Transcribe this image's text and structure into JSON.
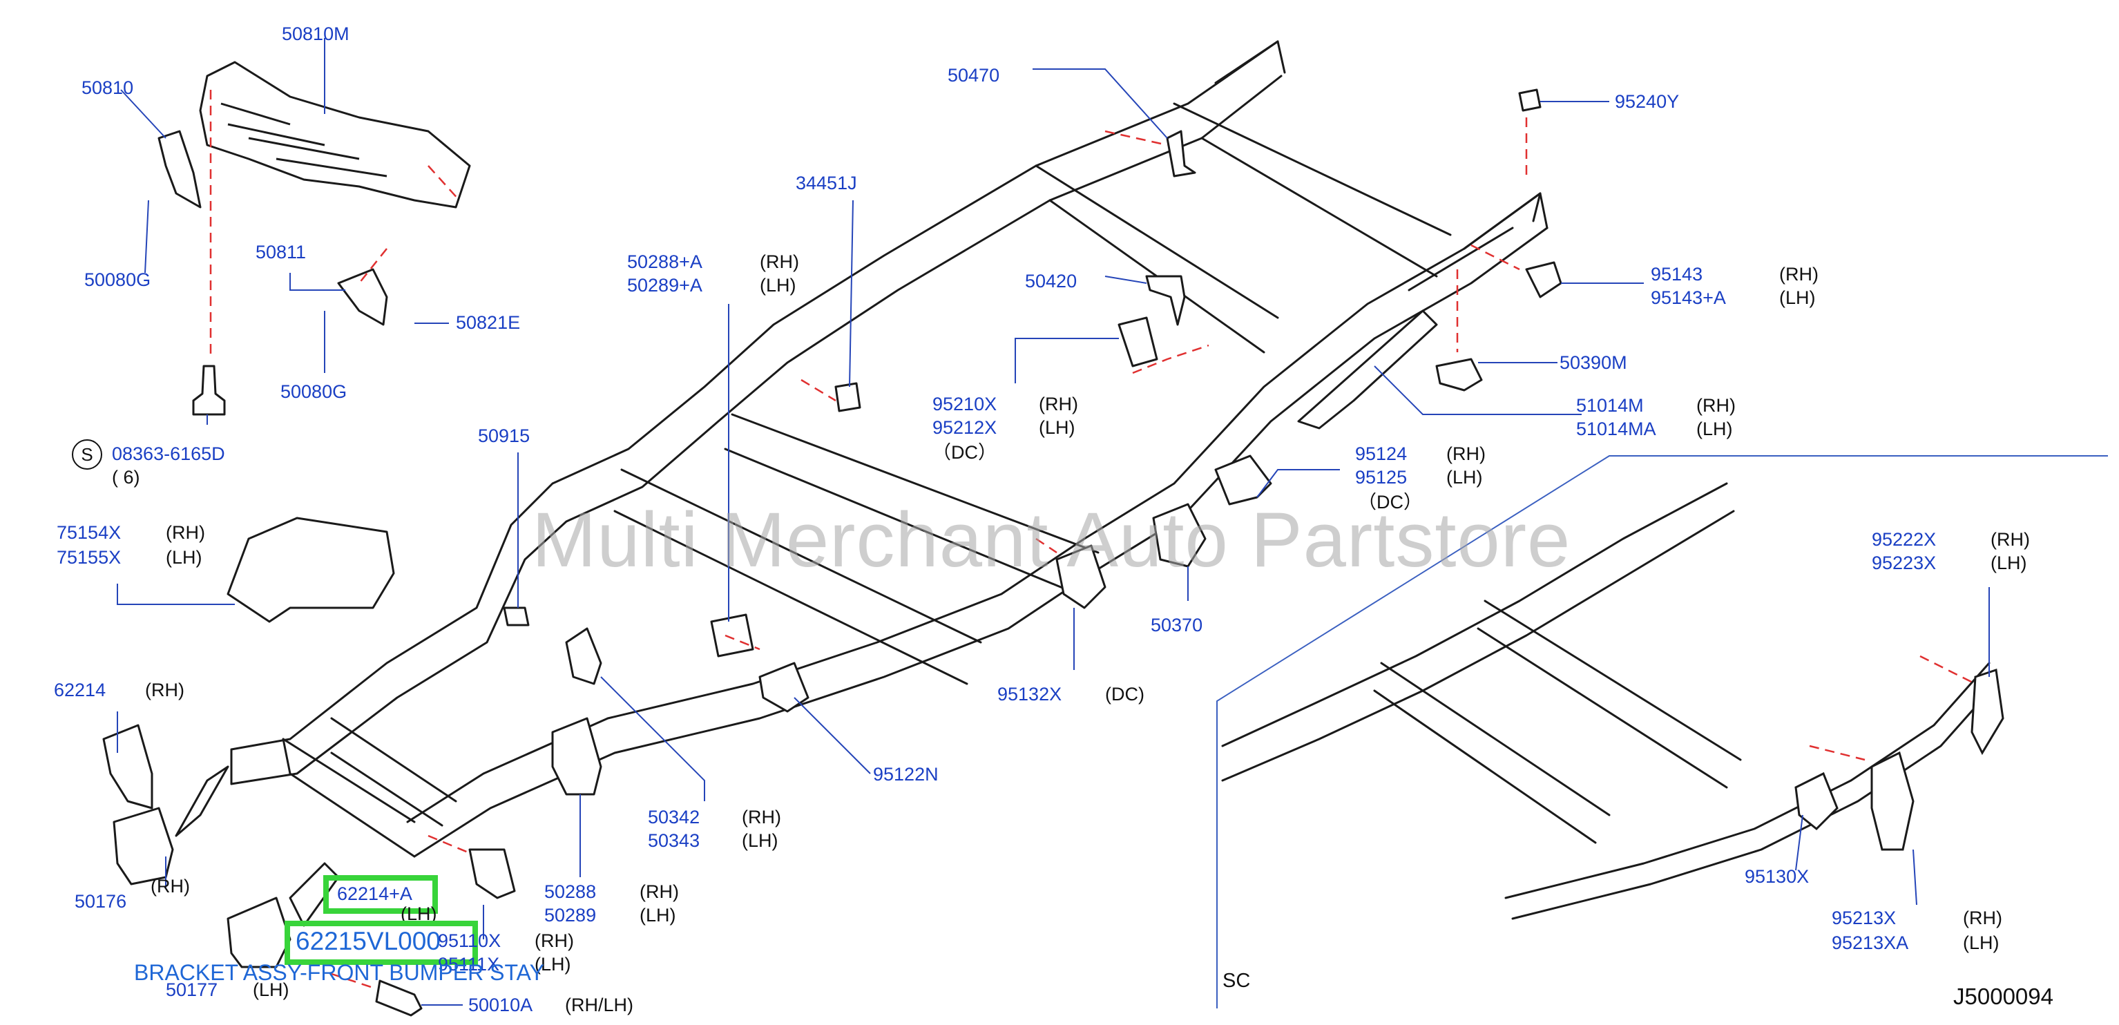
{
  "diagram": {
    "code": "J5000094",
    "section_label": "SC",
    "watermark": "Multi Merchant Auto Partstore",
    "highlight_part": "62214+A",
    "highlight_part_number": "62215VL000",
    "highlight_description": "BRACKET ASSY-FRONT BUMPER STAY",
    "circle_symbol": "S",
    "callouts": {
      "p50810M": "50810M",
      "p50810": "50810",
      "p50080G_a": "50080G",
      "p50811": "50811",
      "p50821E": "50821E",
      "p50080G_b": "50080G",
      "p08363": "08363-6165D",
      "q6": "( 6)",
      "p50915": "50915",
      "p75154X": "75154X",
      "p75155X": "75155X",
      "p62214": "62214",
      "p50176": "50176",
      "p50177": "50177",
      "p95110X": "95110X",
      "p95111X": "95111X",
      "p50010A": "50010A",
      "p50288": "50288",
      "p50289": "50289",
      "p50342": "50342",
      "p50343": "50343",
      "p95122N": "95122N",
      "p50288A": "50288+A",
      "p50289A": "50289+A",
      "p34451J": "34451J",
      "p50470": "50470",
      "p50420": "50420",
      "p95210X": "95210X",
      "p95212X": "95212X",
      "p95132X": "95132X",
      "p50370": "50370",
      "p95124": "95124",
      "p95125": "95125",
      "p51014M": "51014M",
      "p51014MA": "51014MA",
      "p50390M": "50390M",
      "p95143": "95143",
      "p95143A": "95143+A",
      "p95240Y": "95240Y",
      "p95222X": "95222X",
      "p95223X": "95223X",
      "p95130X": "95130X",
      "p95213X": "95213X",
      "p95213XA": "95213XA"
    },
    "sides": {
      "rh": "(RH)",
      "lh": "(LH)",
      "rhlh": "(RH/LH)",
      "dc": "(DC)",
      "dc2": "（DC）"
    }
  }
}
